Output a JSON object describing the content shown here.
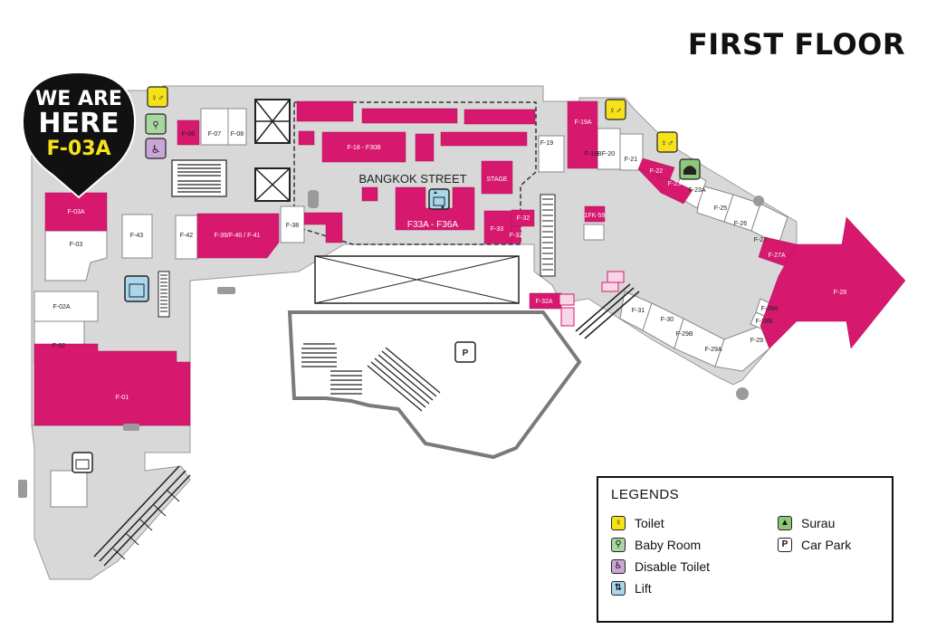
{
  "title": "FIRST FLOOR",
  "here_marker": {
    "line1": "WE ARE",
    "line2": "HERE",
    "unit": "F-03A"
  },
  "street_label": "BANGKOK STREET",
  "stage_label": "STAGE",
  "units": {
    "f01": "F-01",
    "f02": "F-02",
    "f02a": "F-02A",
    "f03": "F-03",
    "f03a": "F-03A",
    "f06": "F-06",
    "f07": "F-07",
    "f08": "F-08",
    "f18": "F-18 - F30B",
    "f19": "F-19",
    "f19a": "F-19A",
    "f19b": "F-19B",
    "f20": "F-20",
    "f21": "F-21",
    "f22": "F-22",
    "f23": "F-23",
    "f23a": "F-23A",
    "f25": "F-25",
    "f26": "F-26",
    "f27": "F-27",
    "f27a": "F-27A",
    "f28": "F-28",
    "f28a": "F-28A",
    "f28b": "F-28B",
    "f29": "F-29",
    "f29a": "F-29A",
    "f29b": "F-29B",
    "f30": "F-30",
    "f31": "F-31",
    "f32": "F-32",
    "f32b": "F-32",
    "f32a": "F-32A",
    "f33": "F-33",
    "f33a": "F33A - F36A",
    "f38": "F-38",
    "f39": "F-39/F-40 / F-41",
    "f42": "F-42",
    "f43": "F-43",
    "fk59": "1FK-59"
  },
  "legend": {
    "title": "LEGENDS",
    "items": [
      {
        "label": "Toilet",
        "icon": "toilet-icon",
        "color": "#f6e21a"
      },
      {
        "label": "Baby Room",
        "icon": "baby-room-icon",
        "color": "#a8d8a0"
      },
      {
        "label": "Disable Toilet",
        "icon": "disable-toilet-icon",
        "color": "#c9a6d6"
      },
      {
        "label": "Lift",
        "icon": "lift-icon",
        "color": "#a9d6ec"
      },
      {
        "label": "Surau",
        "icon": "surau-icon",
        "color": "#8fc77a"
      },
      {
        "label": "Car Park",
        "icon": "car-park-icon",
        "color": "#ffffff"
      }
    ]
  },
  "colors": {
    "accent": "#d6186e",
    "floor": "#d8d8d8",
    "unit": "#ffffff",
    "pin": "#111111"
  }
}
